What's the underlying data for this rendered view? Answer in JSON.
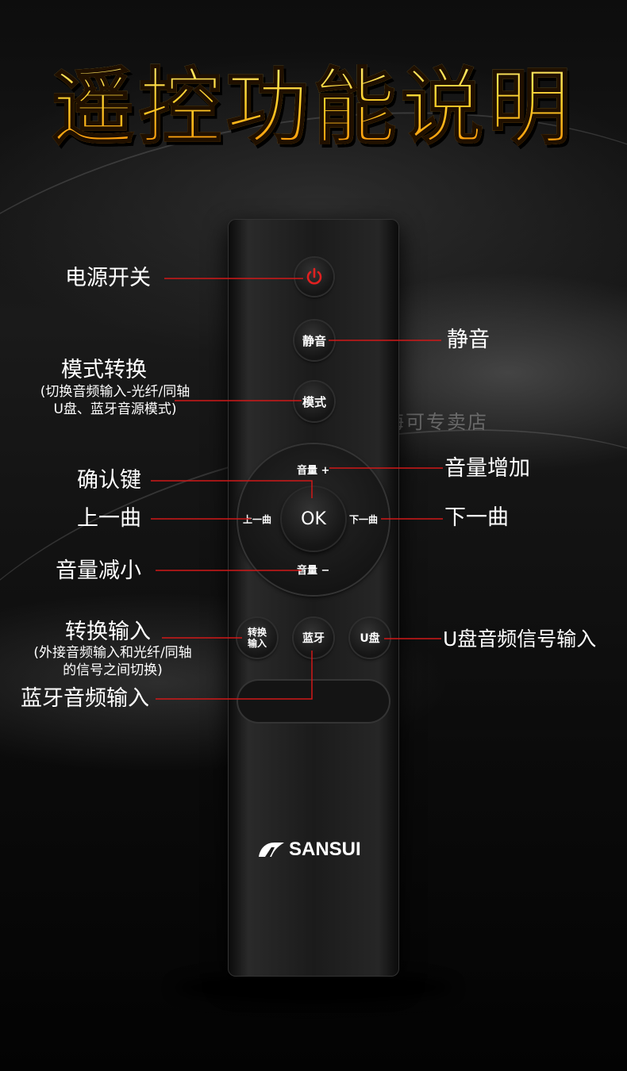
{
  "title": "遥控功能说明",
  "watermark": "山水海可专卖店",
  "brand": "SANSUI",
  "colors": {
    "leader_line": "#d01818",
    "power_icon": "#e02020",
    "title_top": "#fff27a",
    "title_bottom": "#ff8a00"
  },
  "buttons": {
    "power_icon": "power-icon",
    "mute": "静音",
    "mode": "模式",
    "vol_up": "音量 +",
    "vol_down": "音量 −",
    "ok": "OK",
    "prev": "上一曲",
    "next": "下一曲",
    "switch_line1": "转换",
    "switch_line2": "输入",
    "bluetooth": "蓝牙",
    "usb": "U盘"
  },
  "labels": {
    "power": "电源开关",
    "mute": "静音",
    "mode": "模式转换",
    "mode_note1": "(切换音频输入-光纤/同轴",
    "mode_note2": "U盘、蓝牙音源模式)",
    "ok": "确认键",
    "vol_up": "音量增加",
    "prev": "上一曲",
    "next": "下一曲",
    "vol_down": "音量减小",
    "switch": "转换输入",
    "switch_note1": "(外接音频输入和光纤/同轴",
    "switch_note2": "的信号之间切换)",
    "usb": "U盘音频信号输入",
    "bluetooth": "蓝牙音频输入"
  }
}
